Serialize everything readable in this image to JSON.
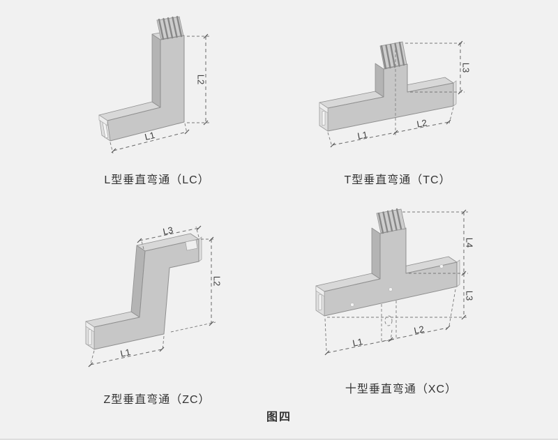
{
  "figure": {
    "caption": "图四"
  },
  "diagrams": [
    {
      "id": "LC",
      "caption": "L型垂直弯通（LC）",
      "dims": {
        "l1": "L1",
        "l2": "L2"
      }
    },
    {
      "id": "TC",
      "caption": "T型垂直弯通（TC）",
      "dims": {
        "l1": "L1",
        "l2": "L2",
        "l3": "L3"
      }
    },
    {
      "id": "ZC",
      "caption": "Z型垂直弯通（ZC）",
      "dims": {
        "l1": "L1",
        "l2": "L2",
        "l3": "L3"
      }
    },
    {
      "id": "XC",
      "caption": "十型垂直弯通（XC）",
      "dims": {
        "l1": "L1",
        "l2": "L2",
        "l3": "L3",
        "l4": "L4"
      }
    }
  ],
  "colors": {
    "background": "#f1f1f1",
    "body": "#c7c7c7",
    "body_light": "#d8d8d8",
    "body_dark": "#b4b4b4",
    "dimension_line": "#666666",
    "text": "#333333"
  }
}
